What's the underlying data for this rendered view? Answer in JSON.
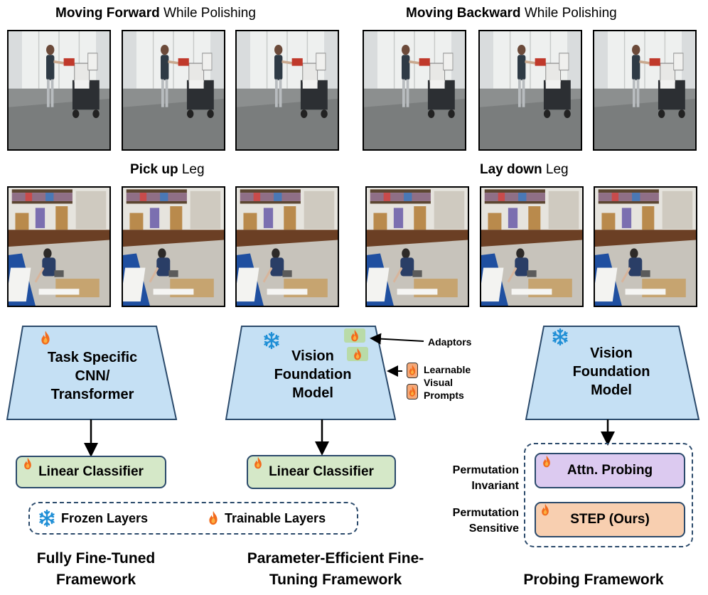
{
  "titles": {
    "forward": {
      "bold": "Moving Forward",
      "rest": " While Polishing"
    },
    "backward": {
      "bold": "Moving Backward",
      "rest": " While Polishing"
    },
    "pickup": {
      "bold": "Pick up",
      "rest": " Leg"
    },
    "laydown": {
      "bold": "Lay down",
      "rest": " Leg"
    }
  },
  "fully_tuned": {
    "model_lines": [
      "Task Specific",
      "CNN/",
      "Transformer"
    ],
    "classifier": "Linear Classifier",
    "caption_lines": [
      "Fully Fine-Tuned",
      "Framework"
    ]
  },
  "peft": {
    "model_lines": [
      "Vision",
      "Foundation",
      "Model"
    ],
    "classifier": "Linear Classifier",
    "adaptors_label": "Adaptors",
    "prompts_label_lines": [
      "Learnable",
      "Visual",
      "Prompts"
    ],
    "caption_lines": [
      "Parameter-Efficient Fine-",
      "Tuning Framework"
    ]
  },
  "probing": {
    "model_lines": [
      "Vision",
      "Foundation",
      "Model"
    ],
    "invariant_label_lines": [
      "Permutation",
      "Invariant"
    ],
    "sensitive_label_lines": [
      "Permutation",
      "Sensitive"
    ],
    "attn_box": "Attn. Probing",
    "step_box": "STEP (Ours)",
    "caption": "Probing Framework"
  },
  "legend": {
    "frozen": "Frozen Layers",
    "trainable": "Trainable Layers"
  },
  "icons": {
    "frozen": "snowflake-icon",
    "trainable": "flame-icon"
  },
  "colors": {
    "model_fill": "#c5e0f4",
    "classifier_fill": "#d5e8c8",
    "attn_fill": "#dccaf0",
    "step_fill": "#f8cfb0",
    "flame": "#f26b1d",
    "snowflake": "#1f8fd6"
  }
}
